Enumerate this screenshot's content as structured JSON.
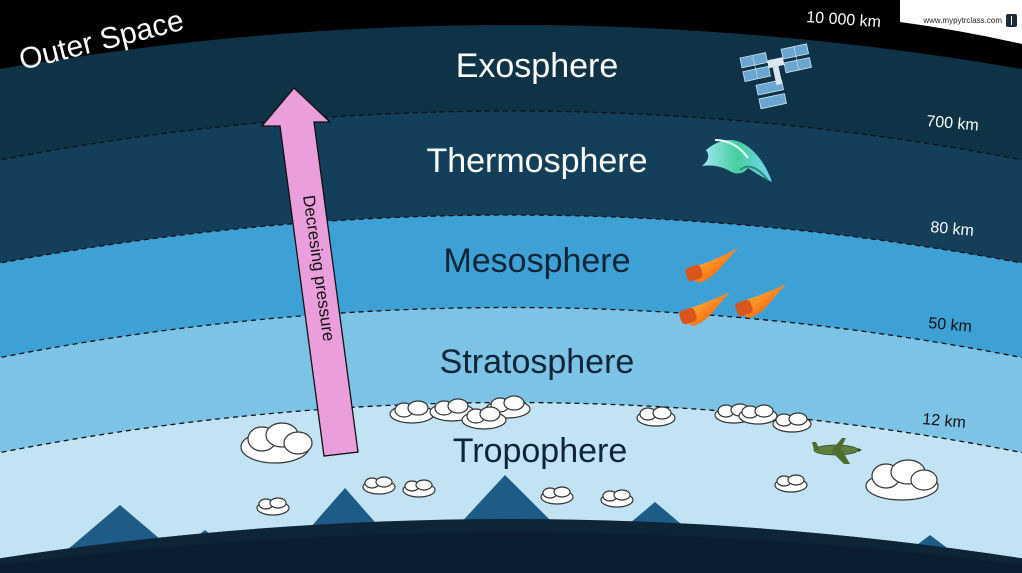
{
  "outer_space_label": "Outer Space",
  "watermark": "www.mypytrclass.com",
  "layers": {
    "exosphere": "Exosphere",
    "thermosphere": "Thermosphere",
    "mesosphere": "Mesosphere",
    "stratosphere": "Stratosphere",
    "troposphere": "Tropophere"
  },
  "altitudes": {
    "top": "10 000 km",
    "exo_thermo": "700 km",
    "thermo_meso": "80 km",
    "meso_strato": "50 km",
    "strato_tropo": "12 km"
  },
  "arrow_label": "Decresing pressure",
  "colors": {
    "outer_space": "#000000",
    "exosphere": "#0e3347",
    "thermosphere": "#133f5a",
    "mesosphere": "#3ea1d6",
    "stratosphere": "#7dc3e6",
    "troposphere": "#c1e3f4",
    "ground": "#0e2437",
    "mountain": "#1d5c86",
    "arrow_fill": "#ea9fdc"
  },
  "icons": {
    "satellite": "space-station-icon",
    "aurora": "aurora-icon",
    "meteor": "meteor-icon",
    "cloud": "cloud-icon",
    "airplane": "airplane-icon",
    "mountain": "mountain-icon"
  }
}
